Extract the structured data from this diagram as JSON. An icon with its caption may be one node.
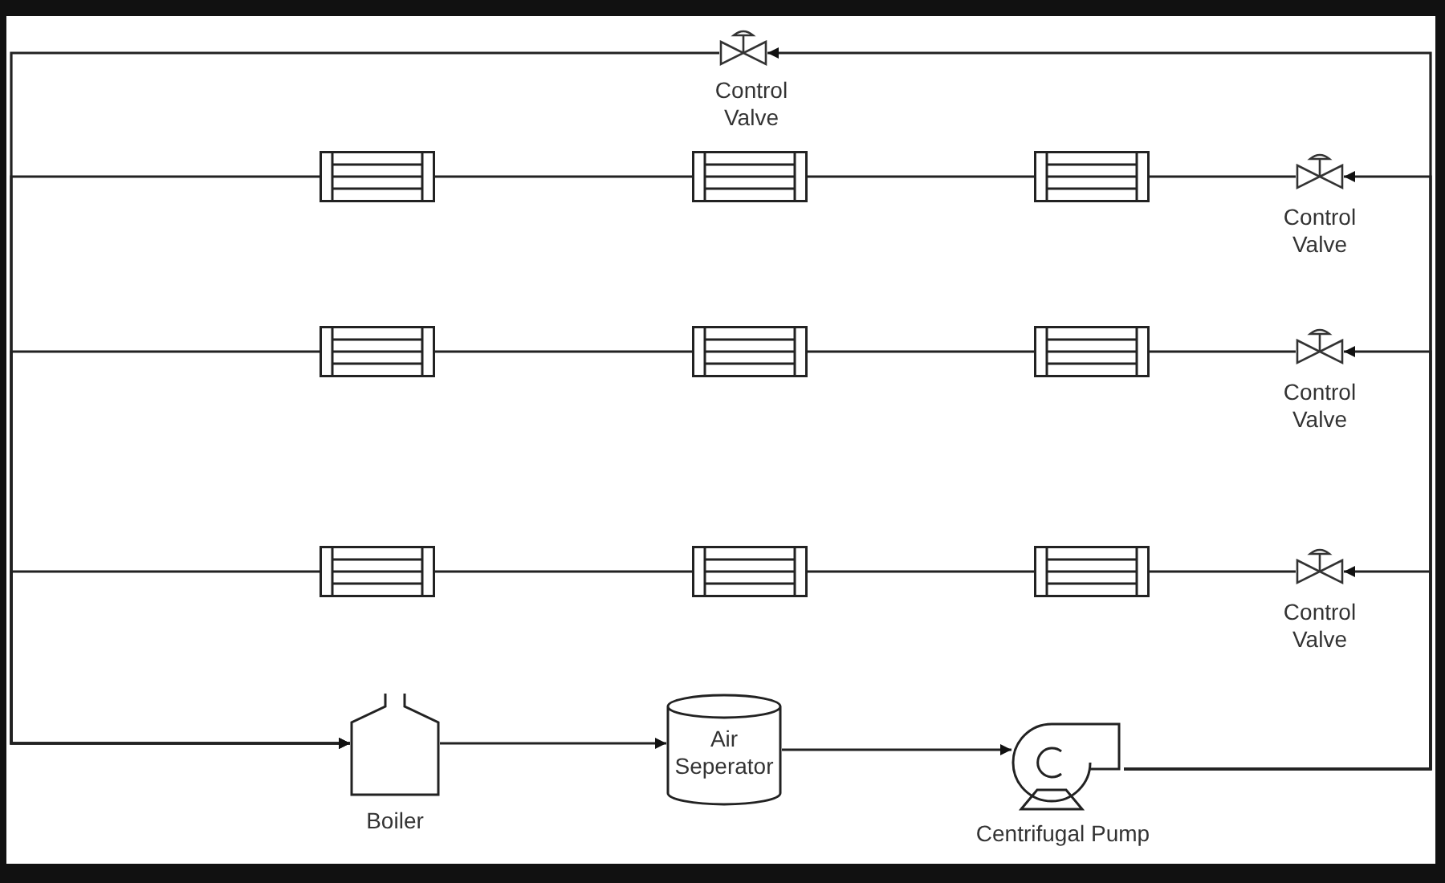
{
  "diagram": {
    "nodes": [
      {
        "text": [],
        "shape": "valve",
        "beside": [
          "Control Valve"
        ]
      },
      {
        "text": [],
        "shape": "radiator"
      },
      {
        "text": [],
        "shape": "radiator"
      },
      {
        "text": [],
        "shape": "radiator"
      },
      {
        "text": [],
        "shape": "valve",
        "beside": [
          "Control Valve"
        ]
      },
      {
        "text": [],
        "shape": "radiator"
      },
      {
        "text": [],
        "shape": "radiator"
      },
      {
        "text": [],
        "shape": "radiator"
      },
      {
        "text": [],
        "shape": "valve",
        "beside": [
          "Control Valve"
        ]
      },
      {
        "text": [],
        "shape": "radiator"
      },
      {
        "text": [],
        "shape": "radiator"
      },
      {
        "text": [],
        "shape": "radiator"
      },
      {
        "text": [],
        "shape": "valve",
        "beside": [
          "Control Valve"
        ]
      },
      {
        "text": [],
        "shape": "boiler",
        "beside": [
          "Boiler"
        ]
      },
      {
        "text": [
          "Air Seperator"
        ]
      },
      {
        "text": [],
        "shape": "pump",
        "beside": [
          "Centrifugal Pump"
        ]
      }
    ],
    "edges": [
      {
        "from": 15,
        "to": 0,
        "arrow": "to"
      },
      {
        "from": 15,
        "to": 4,
        "arrow": "to"
      },
      {
        "from": 15,
        "to": 8,
        "arrow": "to"
      },
      {
        "from": 15,
        "to": 12,
        "arrow": "to"
      },
      {
        "from": 4,
        "to": 3,
        "arrow": "none"
      },
      {
        "from": 3,
        "to": 2,
        "arrow": "none"
      },
      {
        "from": 2,
        "to": 1,
        "arrow": "none"
      },
      {
        "from": 8,
        "to": 7,
        "arrow": "none"
      },
      {
        "from": 7,
        "to": 6,
        "arrow": "none"
      },
      {
        "from": 6,
        "to": 5,
        "arrow": "none"
      },
      {
        "from": 12,
        "to": 11,
        "arrow": "none"
      },
      {
        "from": 11,
        "to": 10,
        "arrow": "none"
      },
      {
        "from": 10,
        "to": 9,
        "arrow": "none"
      },
      {
        "from": 0,
        "to": 13,
        "arrow": "to"
      },
      {
        "from": 1,
        "to": 13,
        "arrow": "to"
      },
      {
        "from": 5,
        "to": 13,
        "arrow": "to"
      },
      {
        "from": 9,
        "to": 13,
        "arrow": "to"
      },
      {
        "from": 13,
        "to": 14,
        "arrow": "to"
      },
      {
        "from": 14,
        "to": 15,
        "arrow": "to"
      }
    ]
  }
}
